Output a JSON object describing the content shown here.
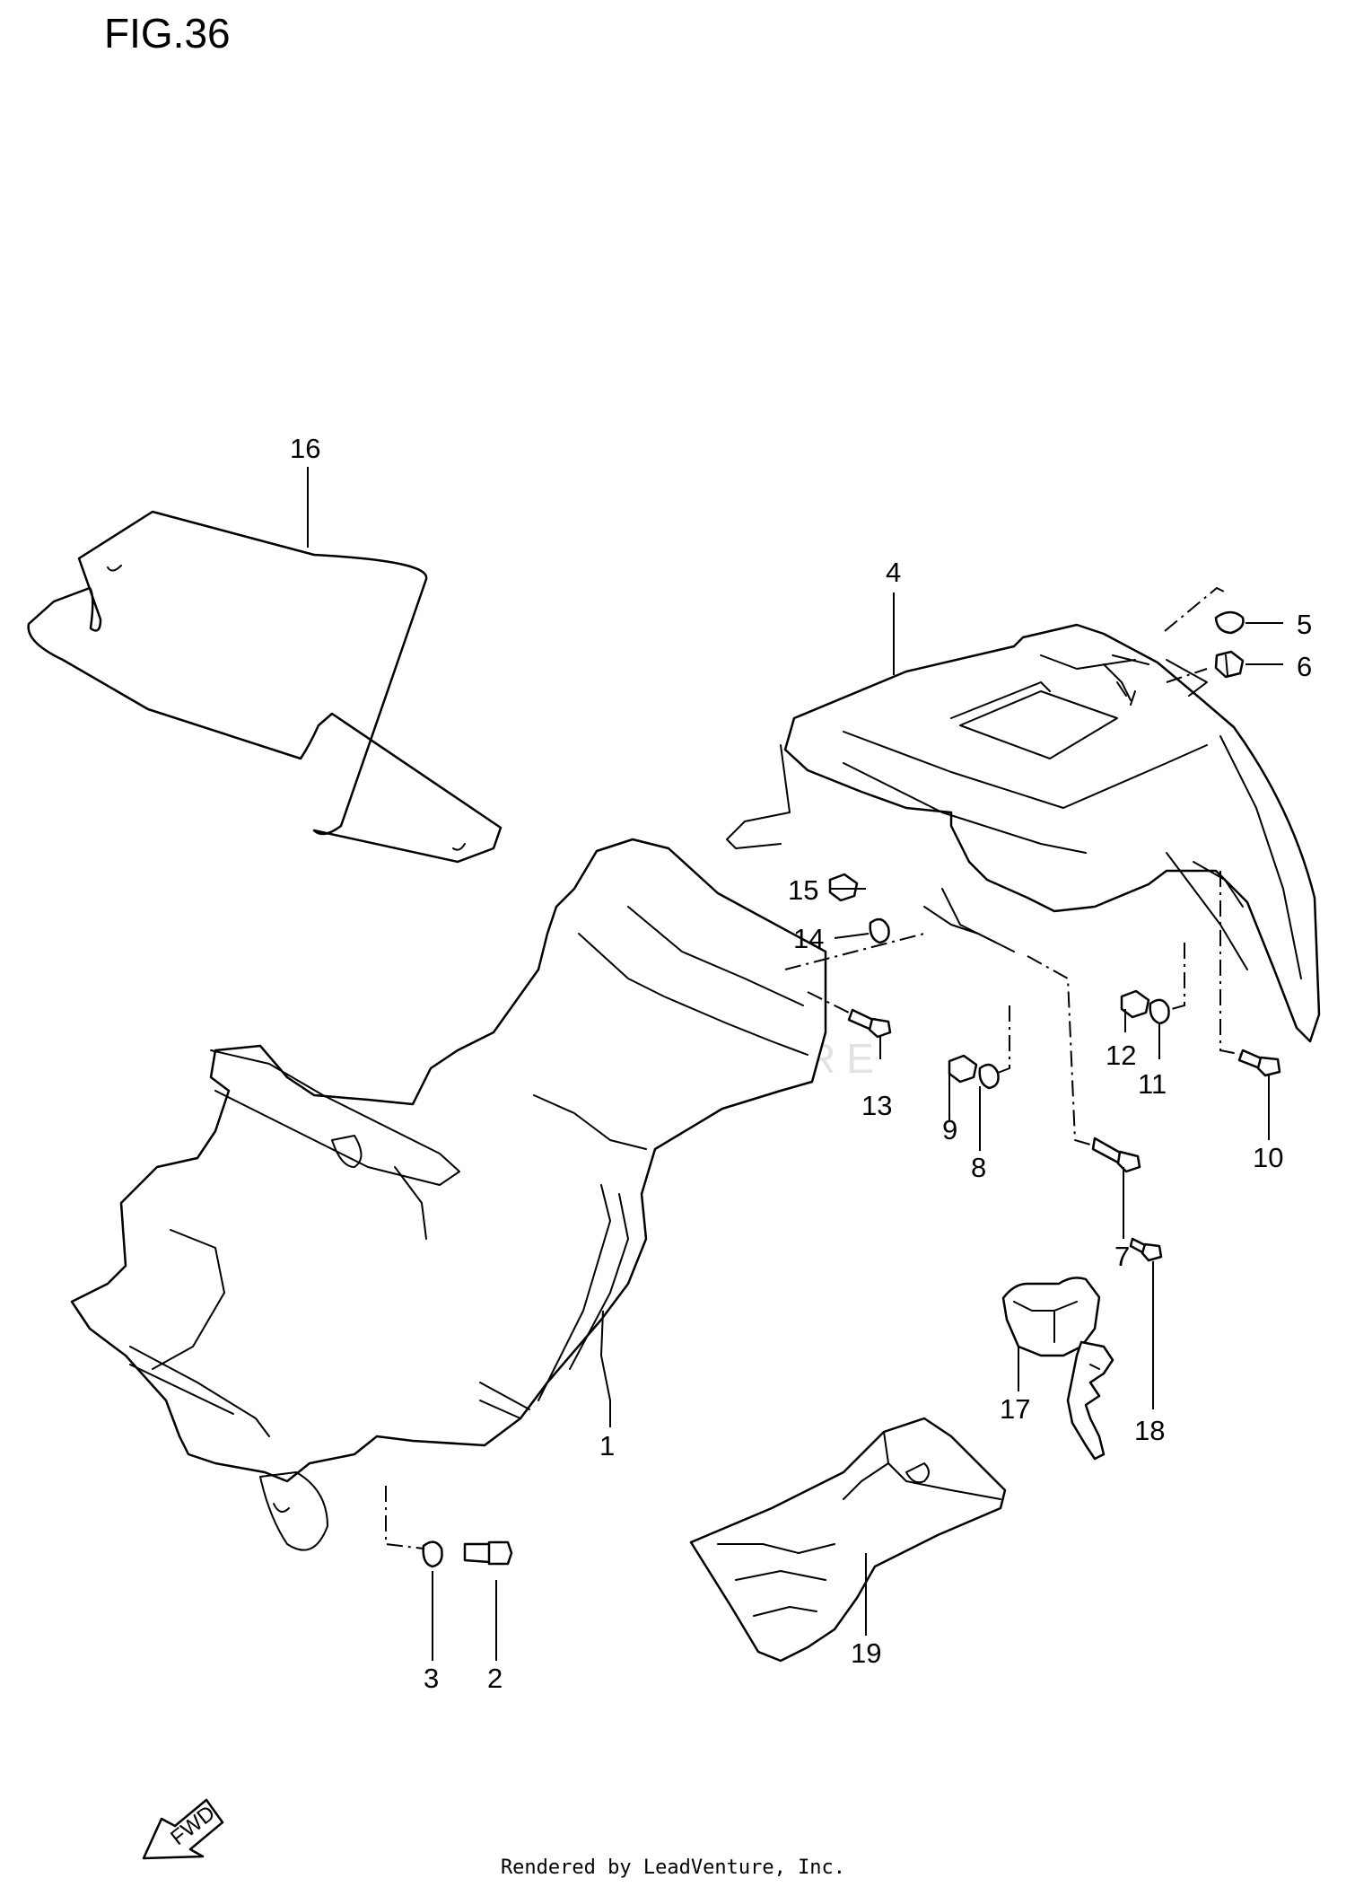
{
  "figure": {
    "title": "FIG.36",
    "watermark_text": "LEADVENTURE",
    "footer": "Rendered by LeadVenture, Inc.",
    "direction_label": "FWD"
  },
  "callouts": [
    {
      "id": "c1",
      "label": "1"
    },
    {
      "id": "c2",
      "label": "2"
    },
    {
      "id": "c3",
      "label": "3"
    },
    {
      "id": "c4",
      "label": "4"
    },
    {
      "id": "c5",
      "label": "5"
    },
    {
      "id": "c6",
      "label": "6"
    },
    {
      "id": "c7",
      "label": "7"
    },
    {
      "id": "c8",
      "label": "8"
    },
    {
      "id": "c9",
      "label": "9"
    },
    {
      "id": "c10",
      "label": "10"
    },
    {
      "id": "c11",
      "label": "11"
    },
    {
      "id": "c12",
      "label": "12"
    },
    {
      "id": "c13",
      "label": "13"
    },
    {
      "id": "c14",
      "label": "14"
    },
    {
      "id": "c15",
      "label": "15"
    },
    {
      "id": "c16",
      "label": "16"
    },
    {
      "id": "c17",
      "label": "17"
    },
    {
      "id": "c18",
      "label": "18"
    },
    {
      "id": "c19",
      "label": "19"
    }
  ]
}
